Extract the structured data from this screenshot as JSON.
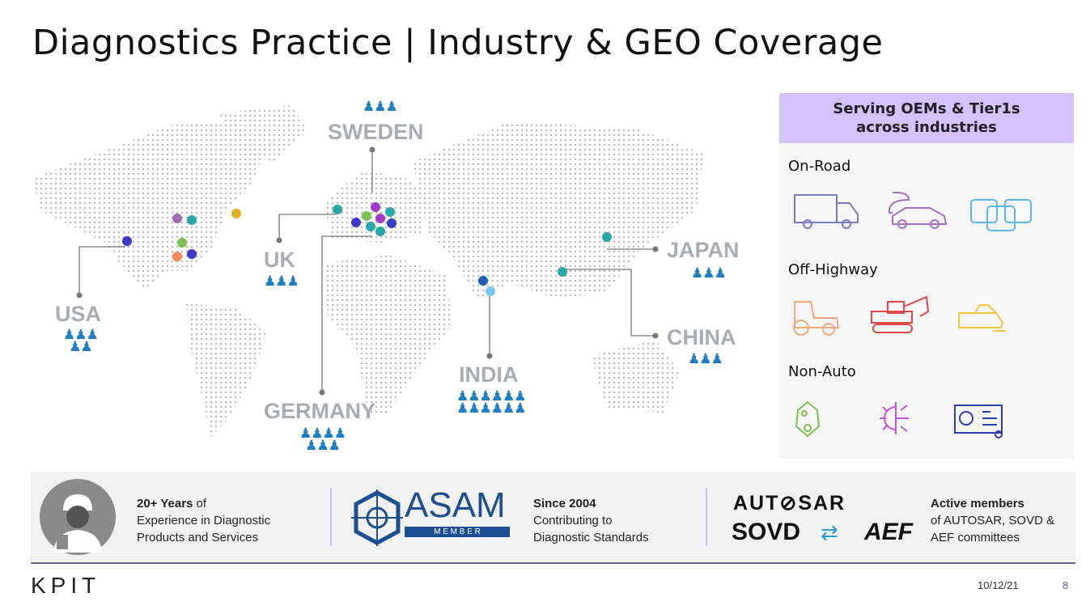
{
  "title": "Diagnostics Practice | Industry & GEO Coverage",
  "map": {
    "countries": [
      {
        "name": "USA",
        "people": "👤"
      },
      {
        "name": "UK"
      },
      {
        "name": "SWEDEN"
      },
      {
        "name": "GERMANY"
      },
      {
        "name": "INDIA"
      },
      {
        "name": "JAPAN"
      },
      {
        "name": "CHINA"
      }
    ]
  },
  "panel": {
    "heading_line1": "Serving OEMs & Tier1s",
    "heading_line2": "across industries",
    "categories": [
      {
        "label": "On-Road",
        "icons": [
          "truck-icon",
          "electric-car-icon",
          "traffic-cars-icon"
        ]
      },
      {
        "label": "Off-Highway",
        "icons": [
          "tractor-icon",
          "excavator-icon",
          "snowmobile-icon"
        ]
      },
      {
        "label": "Non-Auto",
        "icons": [
          "engine-icon",
          "hvac-sun-snow-icon",
          "generator-icon"
        ]
      }
    ],
    "icon_colors": [
      "#7a78c9",
      "#a46fc6",
      "#5ab7e8",
      "#f2a77a",
      "#e0474a",
      "#f2c443",
      "#7cc14e",
      "#c155e0",
      "#2a3fb5"
    ]
  },
  "footer": {
    "years_bold": "20+ Years",
    "years_rest": " of",
    "years_line2": "Experience in Diagnostic",
    "years_line3": "Products and Services",
    "asam_logo": "ASAM",
    "asam_member": "M E M B E R",
    "since_bold": "Since 2004",
    "since_line2": "Contributing to",
    "since_line3": "Diagnostic Standards",
    "autosar_logo": "AUT⊘SAR",
    "sovd_logo": "SOVD",
    "aef_logo": "AEF",
    "active_bold": "Active members",
    "active_line2": "of AUTOSAR, SOVD &",
    "active_line3": "AEF committees"
  },
  "brand": "KPIT",
  "date": "10/12/21",
  "page_number": "8",
  "colors": {
    "accent": "#6b4fd0",
    "panel_header": "#d3c2fb",
    "people": "#1f7fc4"
  }
}
